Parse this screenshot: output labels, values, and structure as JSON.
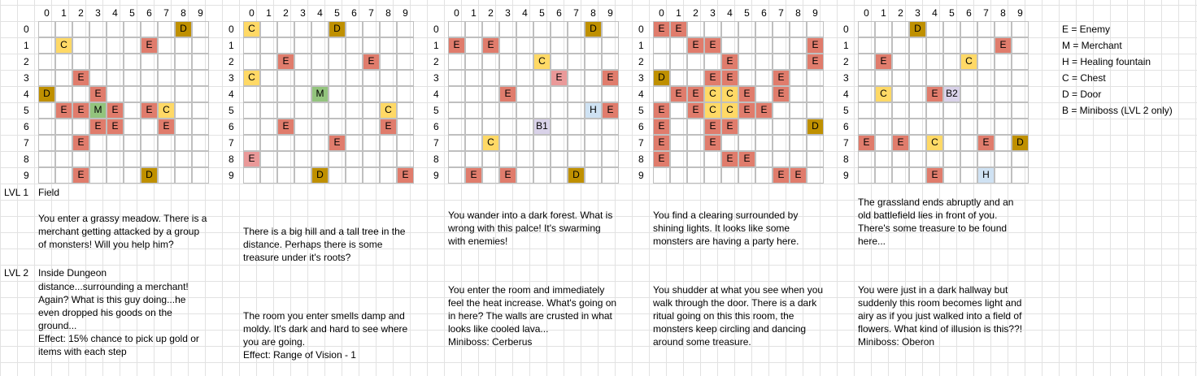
{
  "column_headers": [
    "0",
    "1",
    "2",
    "3",
    "4",
    "5",
    "6",
    "7",
    "8",
    "9"
  ],
  "row_headers": [
    "0",
    "1",
    "2",
    "3",
    "4",
    "5",
    "6",
    "7",
    "8",
    "9"
  ],
  "colors": {
    "E": "#e07c6c",
    "C": "#ffd966",
    "D": "#bf9000",
    "M": "#93c47d",
    "H": "#cfe2f3",
    "B": "#d9d2e9",
    "E_light": "#ea9999"
  },
  "grids": [
    {
      "cells": [
        [
          0,
          8,
          "D"
        ],
        [
          1,
          1,
          "C"
        ],
        [
          1,
          6,
          "E"
        ],
        [
          3,
          2,
          "E"
        ],
        [
          4,
          0,
          "D"
        ],
        [
          4,
          3,
          "E"
        ],
        [
          5,
          1,
          "E"
        ],
        [
          5,
          2,
          "E"
        ],
        [
          5,
          3,
          "M"
        ],
        [
          5,
          4,
          "E"
        ],
        [
          5,
          6,
          "E"
        ],
        [
          5,
          7,
          "C"
        ],
        [
          6,
          3,
          "E"
        ],
        [
          6,
          4,
          "E"
        ],
        [
          6,
          7,
          "E"
        ],
        [
          7,
          2,
          "E"
        ],
        [
          9,
          2,
          "E"
        ],
        [
          9,
          6,
          "D"
        ]
      ]
    },
    {
      "cells": [
        [
          0,
          0,
          "C"
        ],
        [
          0,
          5,
          "D"
        ],
        [
          2,
          2,
          "E"
        ],
        [
          2,
          7,
          "E"
        ],
        [
          3,
          0,
          "C"
        ],
        [
          4,
          4,
          "M"
        ],
        [
          5,
          8,
          "C"
        ],
        [
          6,
          2,
          "E"
        ],
        [
          6,
          8,
          "E"
        ],
        [
          7,
          5,
          "E"
        ],
        [
          8,
          0,
          "E"
        ],
        [
          9,
          4,
          "D"
        ],
        [
          9,
          9,
          "E"
        ]
      ]
    },
    {
      "cells": [
        [
          0,
          8,
          "D"
        ],
        [
          1,
          0,
          "E"
        ],
        [
          1,
          2,
          "E"
        ],
        [
          2,
          5,
          "C"
        ],
        [
          3,
          6,
          "E"
        ],
        [
          3,
          9,
          "E"
        ],
        [
          4,
          3,
          "E"
        ],
        [
          5,
          8,
          "H"
        ],
        [
          5,
          9,
          "E"
        ],
        [
          6,
          5,
          "B1"
        ],
        [
          7,
          2,
          "C"
        ],
        [
          9,
          1,
          "E"
        ],
        [
          9,
          3,
          "E"
        ],
        [
          9,
          7,
          "D"
        ]
      ]
    },
    {
      "cells": [
        [
          0,
          0,
          "E"
        ],
        [
          0,
          1,
          "E"
        ],
        [
          1,
          2,
          "E"
        ],
        [
          1,
          3,
          "E"
        ],
        [
          1,
          9,
          "E"
        ],
        [
          2,
          4,
          "E"
        ],
        [
          2,
          9,
          "E"
        ],
        [
          3,
          0,
          "D"
        ],
        [
          3,
          3,
          "E"
        ],
        [
          3,
          4,
          "E"
        ],
        [
          3,
          7,
          "E"
        ],
        [
          4,
          1,
          "E"
        ],
        [
          4,
          2,
          "E"
        ],
        [
          4,
          3,
          "C"
        ],
        [
          4,
          4,
          "C"
        ],
        [
          4,
          5,
          "E"
        ],
        [
          4,
          7,
          "E"
        ],
        [
          5,
          0,
          "E"
        ],
        [
          5,
          2,
          "E"
        ],
        [
          5,
          3,
          "C"
        ],
        [
          5,
          4,
          "C"
        ],
        [
          5,
          5,
          "E"
        ],
        [
          5,
          6,
          "E"
        ],
        [
          6,
          0,
          "E"
        ],
        [
          6,
          3,
          "E"
        ],
        [
          6,
          4,
          "E"
        ],
        [
          6,
          9,
          "D"
        ],
        [
          7,
          0,
          "E"
        ],
        [
          7,
          3,
          "E"
        ],
        [
          8,
          0,
          "E"
        ],
        [
          8,
          4,
          "E"
        ],
        [
          8,
          5,
          "E"
        ],
        [
          9,
          7,
          "E"
        ],
        [
          9,
          8,
          "E"
        ]
      ]
    },
    {
      "cells": [
        [
          0,
          3,
          "D"
        ],
        [
          1,
          8,
          "E"
        ],
        [
          2,
          1,
          "E"
        ],
        [
          2,
          6,
          "C"
        ],
        [
          4,
          1,
          "C"
        ],
        [
          4,
          4,
          "E"
        ],
        [
          4,
          5,
          "B2"
        ],
        [
          7,
          0,
          "E"
        ],
        [
          7,
          2,
          "E"
        ],
        [
          7,
          4,
          "C"
        ],
        [
          7,
          7,
          "E"
        ],
        [
          7,
          9,
          "D"
        ],
        [
          9,
          4,
          "E"
        ],
        [
          9,
          7,
          "H"
        ]
      ]
    }
  ],
  "levels": [
    {
      "label": "LVL 1",
      "name": "Field",
      "descriptions": [
        "You enter a grassy meadow. There is a merchant getting attacked by a group of monsters! Will you help him?",
        "There is a big hill and a tall tree in the distance. Perhaps there is some treasure under it's roots?",
        "You wander into a dark forest. What is wrong with this palce! It's swarming with enemies!",
        "You find a clearing surrounded by shining lights. It looks like some monsters are having a party here.",
        "The grassland ends abruptly and an old battlefield lies in front of you. There's some treasure to be found here..."
      ]
    },
    {
      "label": "LVL 2",
      "name": "Inside Dungeon",
      "descriptions": [
        "distance...surrounding a merchant! Again? What is this guy doing...he even dropped his goods on the ground...\nEffect: 15% chance to pick up gold or items with each step",
        "The room you enter smells damp and moldy. It's dark and hard to see where you are going.\nEffect: Range of Vision - 1",
        "You enter the room and immediately feel the heat increase. What's going on in here? The walls are crusted in what looks like cooled lava...\nMiniboss: Cerberus",
        "You shudder at what you see when you walk through the door. There is a dark ritual going on this this room, the monsters keep circling and dancing around some treasure.",
        "You were just in a dark hallway but suddenly this room becomes light and airy as if you just walked into a field of flowers. What kind of illusion is this??!\nMiniboss: Oberon"
      ]
    }
  ],
  "legend": [
    "E = Enemy",
    "M = Merchant",
    "H = Healing fountain",
    "C = Chest",
    "D = Door",
    "B = Miniboss (LVL 2 only)"
  ]
}
